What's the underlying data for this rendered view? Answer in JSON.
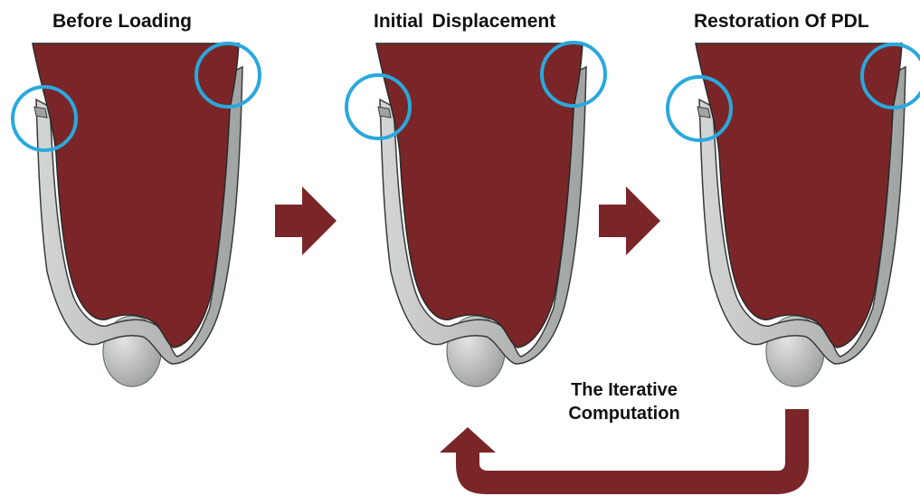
{
  "stages": [
    {
      "title": "Before Loading"
    },
    {
      "title": "Initial Displacement"
    },
    {
      "title": "Restoration Of PDL"
    }
  ],
  "loop": {
    "line1": "The Iterative",
    "line2": "Computation"
  },
  "colors": {
    "root": "#7a2628",
    "pdl": "#b7bab9",
    "bone_tip": "#c9cccb",
    "outline": "#2a2a2a",
    "marker_circle": "#29a9dd",
    "arrow": "#7a2628"
  }
}
